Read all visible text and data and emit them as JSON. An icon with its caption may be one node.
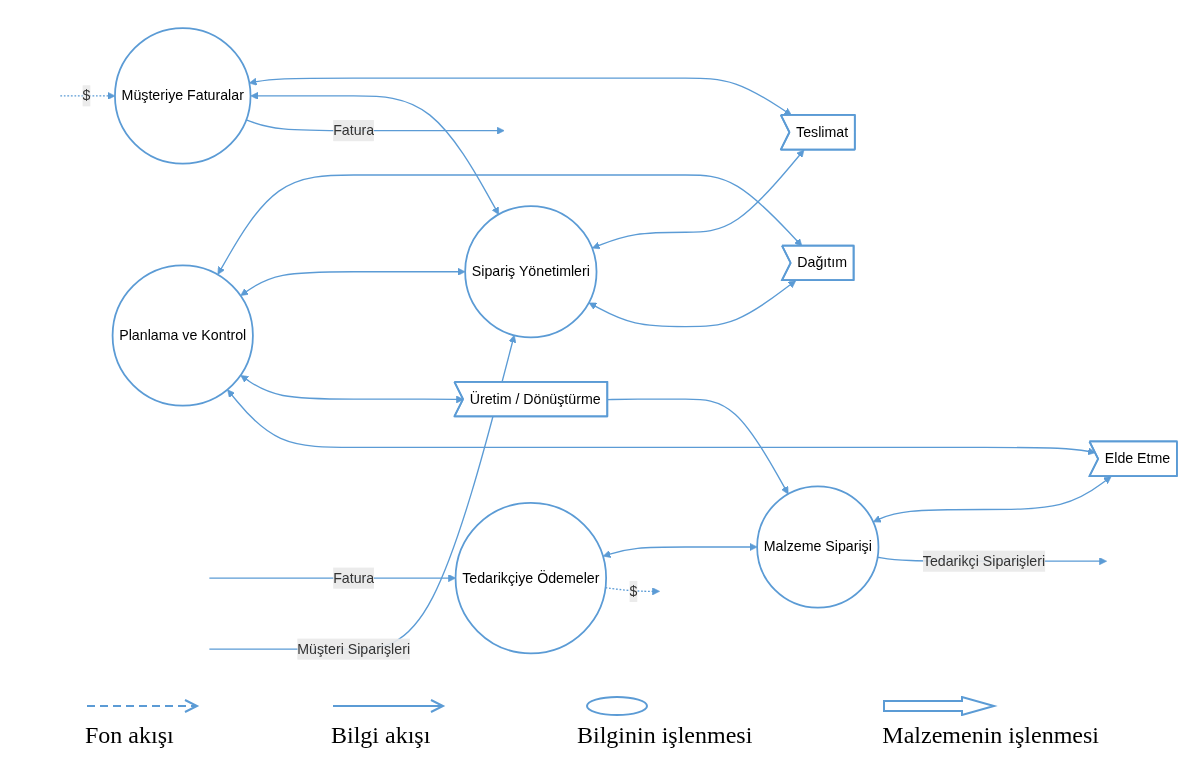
{
  "diagram": {
    "nodes": [
      {
        "text": [
          "Tedarikçiye Ödemeler"
        ]
      },
      {
        "text": [
          "Müşteriye Faturalar"
        ]
      },
      {
        "text": [
          "Malzeme Siparişi"
        ]
      },
      {
        "text": [
          "Planlama ve Kontrol"
        ]
      },
      {
        "text": [
          "Sipariş Yönetimleri"
        ]
      },
      {
        "text": [
          "Elde Etme"
        ]
      },
      {
        "text": [
          "Üretim / Dönüştürme"
        ]
      },
      {
        "text": [
          "Dağıtım"
        ]
      },
      {
        "text": [
          "Teslimat"
        ]
      }
    ],
    "edges": [
      {
        "from": null,
        "to": 0,
        "arrow": "to",
        "label": "Fatura"
      },
      {
        "from": 0,
        "to": null,
        "arrow": "to",
        "label": "$",
        "style": "dashed"
      },
      {
        "from": 1,
        "to": null,
        "arrow": "to",
        "label": "Fatura"
      },
      {
        "from": null,
        "to": 1,
        "arrow": "to",
        "label": "$",
        "style": "dashed"
      },
      {
        "from": 0,
        "to": 2,
        "arrow": "both"
      },
      {
        "from": 1,
        "to": 4,
        "arrow": "both"
      },
      {
        "from": 2,
        "to": null,
        "arrow": "to",
        "label": "Tedarikçi Siparişleri"
      },
      {
        "from": null,
        "to": 4,
        "arrow": "to",
        "label": "Müşteri Siparişleri"
      },
      {
        "from": 2,
        "to": 5,
        "arrow": "both"
      },
      {
        "from": 6,
        "to": 2,
        "arrow": "to"
      },
      {
        "from": 3,
        "to": 5,
        "arrow": "both"
      },
      {
        "from": 3,
        "to": 6,
        "arrow": "both"
      },
      {
        "from": 3,
        "to": 4,
        "arrow": "both"
      },
      {
        "from": 3,
        "to": 7,
        "arrow": "both"
      },
      {
        "from": 4,
        "to": 7,
        "arrow": "both"
      },
      {
        "from": 4,
        "to": 8,
        "arrow": "both"
      },
      {
        "from": 8,
        "to": 1,
        "arrow": "both"
      }
    ],
    "legend": [
      {
        "text": "Fon akışı"
      },
      {
        "text": "Bilgi akışı"
      },
      {
        "text": "Bilginin işlenmesi"
      },
      {
        "text": "Malzemenin işlenmesi"
      }
    ]
  }
}
